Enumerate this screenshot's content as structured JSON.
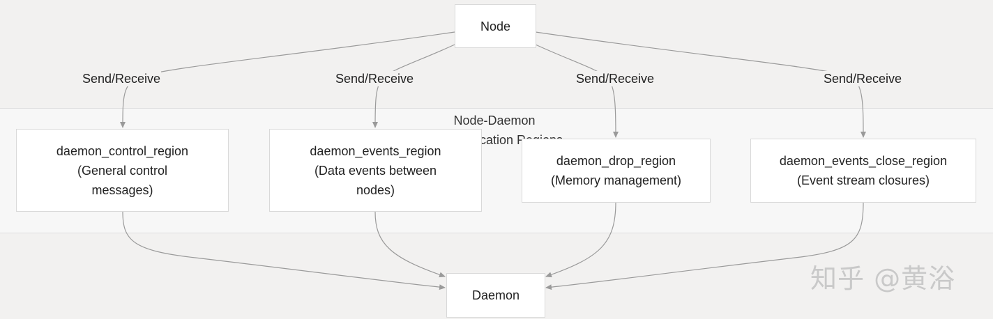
{
  "group": {
    "title_line1": "Node-Daemon",
    "title_line2": "Communication Regions"
  },
  "nodes": {
    "node": "Node",
    "daemon": "Daemon",
    "control": {
      "line1": "daemon_control_region",
      "line2": "(General control",
      "line3": "messages)"
    },
    "events": {
      "line1": "daemon_events_region",
      "line2": "(Data events between",
      "line3": "nodes)"
    },
    "drop": {
      "line1": "daemon_drop_region",
      "line2": "(Memory management)"
    },
    "close": {
      "line1": "daemon_events_close_region",
      "line2": "(Event stream closures)"
    }
  },
  "edges": {
    "label_control": "Send/Receive",
    "label_events": "Send/Receive",
    "label_drop": "Send/Receive",
    "label_close": "Send/Receive"
  },
  "watermark": "知乎 @黄浴",
  "colors": {
    "background": "#f2f1f0",
    "band": "#f7f7f7",
    "node_fill": "#ffffff",
    "node_border": "#d9d9d9",
    "edge": "#9a9a9a"
  }
}
